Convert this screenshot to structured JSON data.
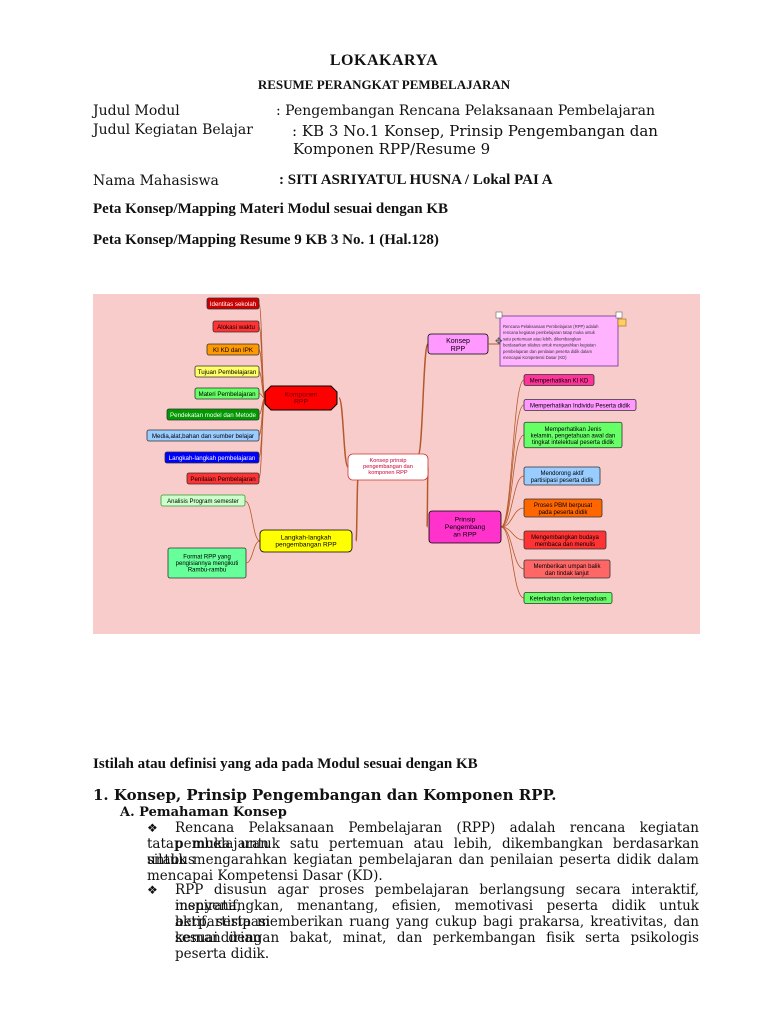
{
  "header": {
    "title": "LOKAKARYA",
    "subtitle": "RESUME PERANGKAT PEMBELAJARAN"
  },
  "fields": {
    "modul_label": "Judul Modul",
    "modul_value": ":   Pengembangan Rencana Pelaksanaan Pembelajaran",
    "kegiatan_label": "Judul Kegiatan Belajar",
    "kegiatan_value_1": ":  KB 3 No.1 Konsep, Prinsip Pengembangan dan",
    "kegiatan_value_2": "Komponen RPP/Resume 9",
    "nama_label": "Nama Mahasiswa",
    "nama_value": ": SITI ASRIYATUL HUSNA / Lokal PAI A"
  },
  "headings": {
    "peta_1": "Peta Konsep/Mapping Materi Modul sesuai dengan KB",
    "peta_2": "Peta Konsep/Mapping Resume 9 KB 3 No. 1 (Hal.128)",
    "istilah": "Istilah atau definisi yang ada pada Modul sesuai dengan KB"
  },
  "mindmap": {
    "center": [
      "Konsep prinsip",
      "pengembangan dan",
      "komponen RPP"
    ],
    "komponen": {
      "label": [
        "Komponen",
        "RPP"
      ],
      "items": [
        "Identitas sekolah",
        "Alokasi waktu",
        "KI KD dan IPK",
        "Tujuan Pembelajaran",
        "Materi Pembelajaran",
        "Pendekatan model dan Metode",
        "Media,alat,bahan dan sumber belajar",
        "Langkah-langkah pembelajaran",
        "Penilaian Pembelajaran"
      ]
    },
    "konsep": {
      "label": [
        "Konsep",
        "RPP"
      ],
      "note": [
        "Rencana Pelaksanaan Pembelajaran (RPP) adalah",
        "rencana kegiatan pembelajaran tatap muka untuk",
        "satu pertemuan atau lebih, dikembangkan",
        "berdasarkan silabus untuk mengarahkan kegiatan",
        "pembelajaran dan penilaian peserta didik dalam",
        "mencapai Kompetensi Dasar (KD)"
      ]
    },
    "prinsip": {
      "label": [
        "Prinsip",
        "Pengembang",
        "an RPP"
      ],
      "items": [
        [
          "Memperhatikan KI KD"
        ],
        [
          "Memperhatikan Individu Peserta didik"
        ],
        [
          "Memperhatikan Jenis",
          "kelamin, pengetahuan awal dan",
          "tingkat intelektual peserta didik"
        ],
        [
          "Mendorong aktif",
          "partisipasi peserta didik"
        ],
        [
          "Proses PBM berpusat",
          "pada peserta didik"
        ],
        [
          "Mengembangkan budaya",
          "membaca dan menulis"
        ],
        [
          "Memberikan umpan balik",
          "dan tindak lanjut"
        ],
        [
          "Keterkaitan dan keterpaduan"
        ]
      ]
    },
    "langkah": {
      "label": [
        "Langkah-langkah",
        "pengembangan RPP"
      ],
      "items": [
        [
          "Analisis Program semester"
        ],
        [
          "Format RPP yang",
          "pengisiannya mengikuti",
          "Rambu-rambu"
        ]
      ]
    },
    "colors": {
      "background": "#f9cccc",
      "branch": "#b45a2a",
      "komponen": "#ff0000",
      "konsep": "#ff99ff",
      "prinsip": "#ff33cc",
      "langkah": "#ffff00"
    }
  },
  "content": {
    "section_1": "1.    Konsep, Prinsip Pengembangan dan Komponen RPP.",
    "sub_a": "A.    Pemahaman Konsep",
    "bullet_1_lines": [
      "Rencana Pelaksanaan Pembelajaran (RPP) adalah rencana kegiatan pembelajaran",
      "tatap muka untuk satu pertemuan atau lebih, dikembangkan berdasarkan silabus",
      "untuk mengarahkan kegiatan pembelajaran dan penilaian peserta didik dalam",
      "mencapai Kompetensi Dasar (KD)."
    ],
    "bullet_2_lines": [
      "RPP disusun agar proses pembelajaran berlangsung secara interaktif, inspiratif,",
      "menyenangkan, menantang, efisien, memotivasi peserta didik untuk berpartisipasi",
      "aktif, serta memberikan ruang yang cukup bagi prakarsa, kreativitas, dan kemandirian",
      "sesuai dengan bakat, minat, dan perkembangan fisik serta psikologis peserta didik."
    ],
    "bullet_symbol": "❖"
  }
}
